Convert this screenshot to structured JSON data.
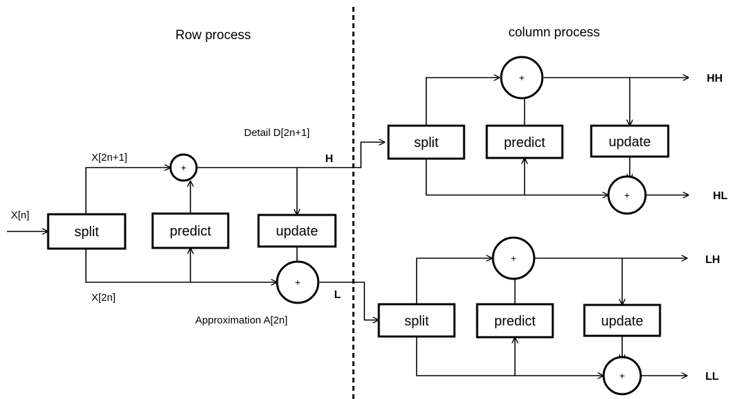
{
  "titles": {
    "row": "Row process",
    "column": "column process"
  },
  "blocks": {
    "split": "split",
    "predict": "predict",
    "update": "update",
    "plus": "+"
  },
  "signals": {
    "input": "X[n]",
    "odd": "X[2n+1]",
    "even": "X[2n]",
    "detail": "Detail  D[2n+1]",
    "approximation": "Approximation A[2n]",
    "h": "H",
    "l": "L"
  },
  "outputs": {
    "hh": "HH",
    "hl": "HL",
    "lh": "LH",
    "ll": "LL"
  }
}
